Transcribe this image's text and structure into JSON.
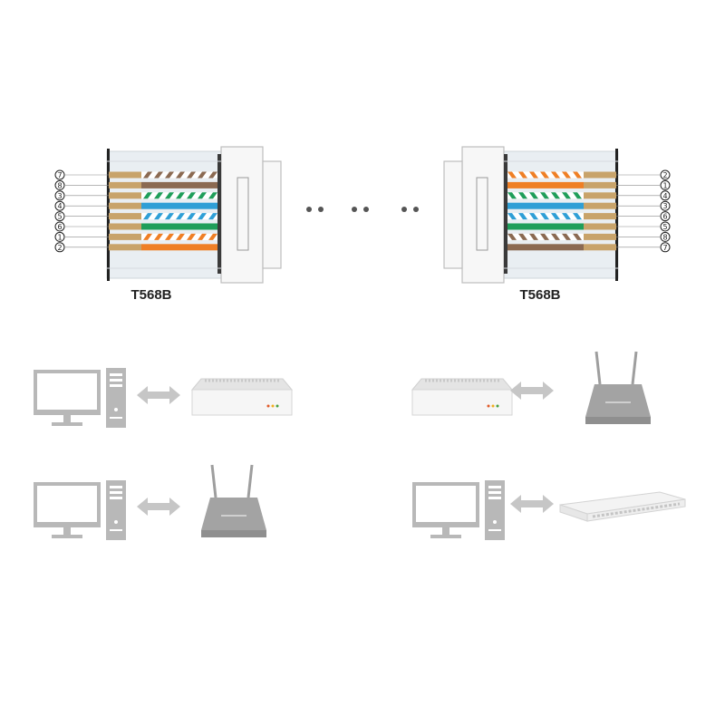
{
  "connectors": [
    {
      "label": "T568B",
      "pins": [
        "7",
        "8",
        "3",
        "4",
        "5",
        "6",
        "1",
        "2"
      ]
    },
    {
      "label": "T568B",
      "pins": [
        "2",
        "1",
        "4",
        "3",
        "6",
        "5",
        "8",
        "7"
      ]
    }
  ],
  "wire_colors": {
    "tan": "#c8a36a",
    "brown": "#8b6a52",
    "green": "#1f9e5a",
    "blue": "#2f9fd6",
    "orange": "#ef7f25"
  },
  "devices": {
    "computer_icon": "desktop-computer-icon",
    "arrow_icon": "double-arrow-icon",
    "router_icon": "wireless-router-icon",
    "box_icon": "broadband-box-icon",
    "switch_icon": "network-switch-icon",
    "icon_color": "#b8b8b8"
  }
}
